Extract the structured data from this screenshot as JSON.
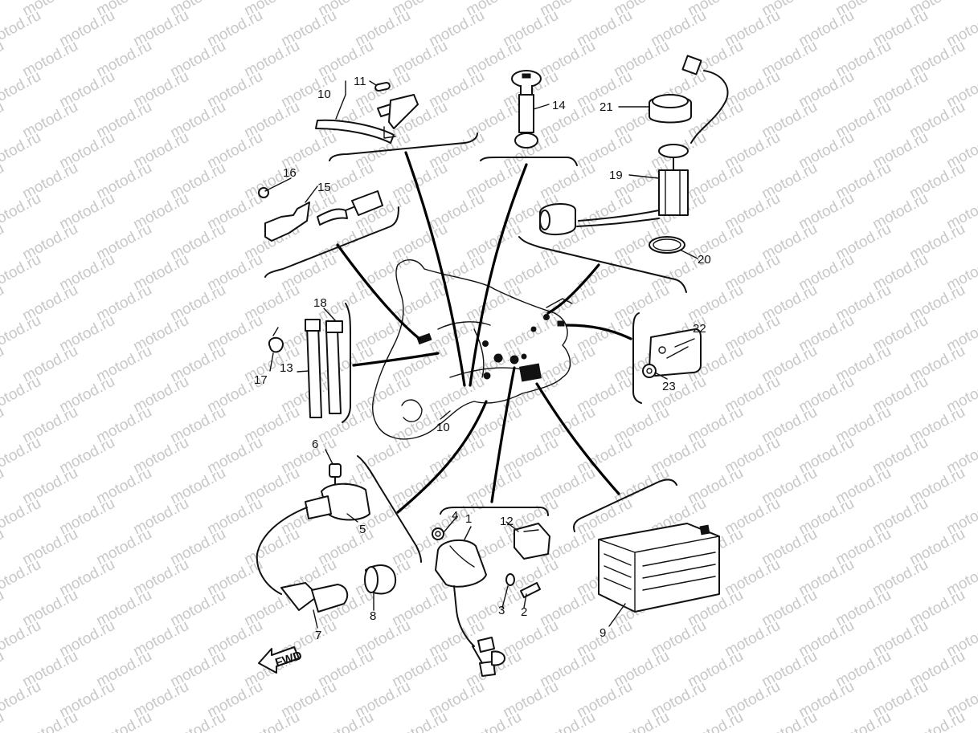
{
  "watermark": {
    "text": "motod.ru",
    "color": "#c8c8c8"
  },
  "callouts": {
    "c1": "1",
    "c2": "2",
    "c3": "3",
    "c4": "4",
    "c5": "5",
    "c6": "6",
    "c7": "7",
    "c8": "8",
    "c9": "9",
    "c10a": "10",
    "c10b": "10",
    "c11": "11",
    "c12": "12",
    "c13": "13",
    "c14": "14",
    "c15": "15",
    "c16": "16",
    "c17": "17",
    "c18": "18",
    "c19": "19",
    "c20": "20",
    "c21": "21",
    "c22": "22",
    "c23": "23"
  },
  "fwd_label": "FWD",
  "colors": {
    "ink": "#111111",
    "background": "#ffffff"
  }
}
